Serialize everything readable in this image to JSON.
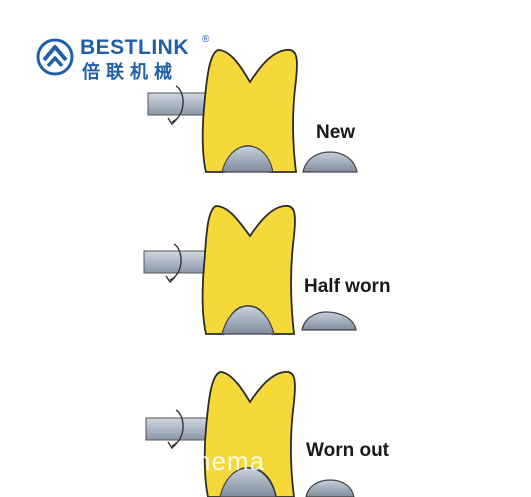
{
  "brand": {
    "name": "BESTLINK",
    "registered": "®",
    "chinese": "倍联机械",
    "color": "#1f5fa8"
  },
  "labels": {
    "new": "New",
    "half_worn": "Half worn",
    "worn_out": "Worn out"
  },
  "watermark": "nema",
  "colors": {
    "bit_body": "#f5d93a",
    "bit_outline": "#2b2b2b",
    "button_fill": "#a9b4c2",
    "shank_fill": "#a7b3c1"
  }
}
